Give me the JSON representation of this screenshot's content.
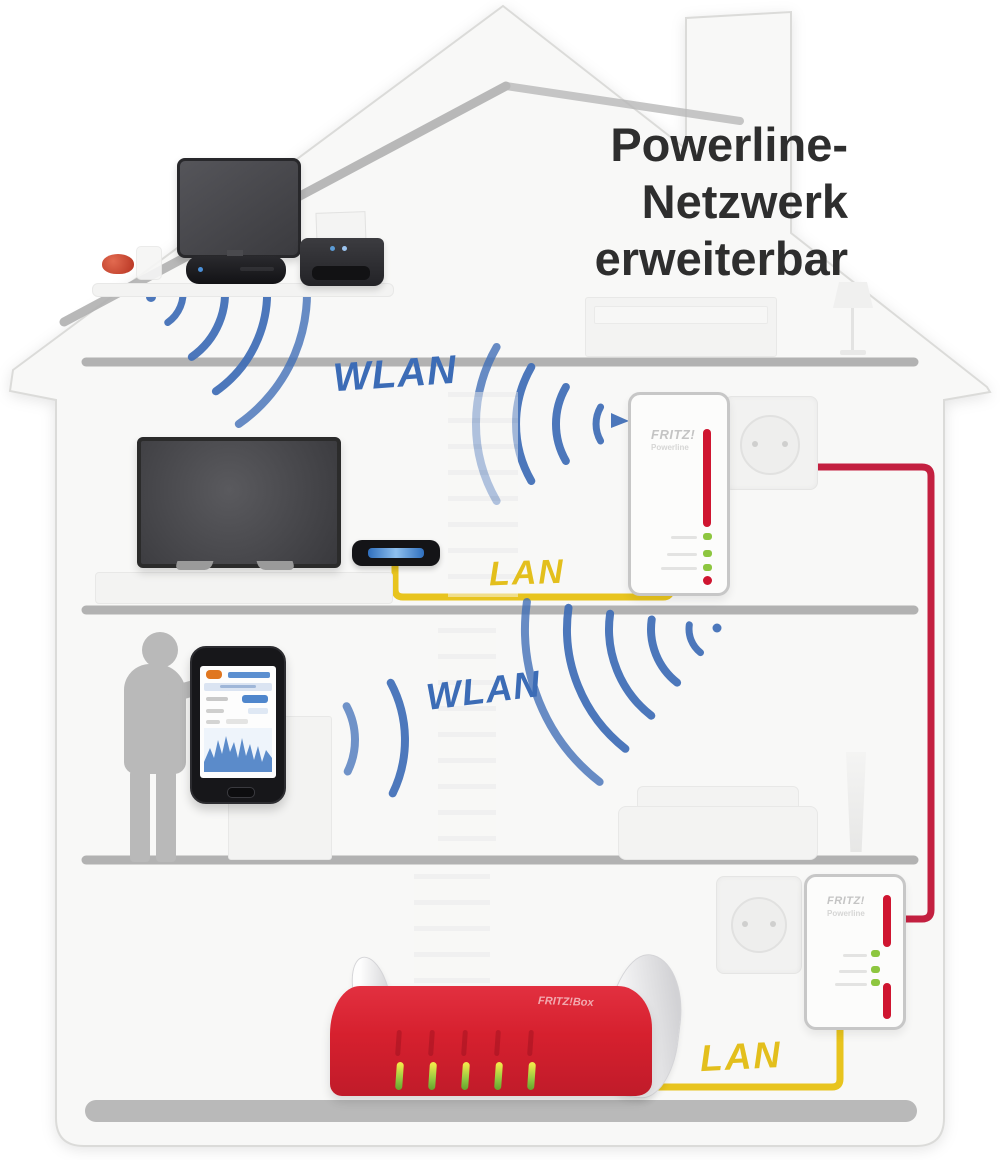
{
  "title": {
    "lines": [
      "Powerline-",
      "Netzwerk",
      "erweiterbar"
    ]
  },
  "network_labels": {
    "wlan_attic": "WLAN",
    "wlan_middle": "WLAN",
    "lan_middle": "LAN",
    "lan_bottom": "LAN"
  },
  "devices": {
    "powerline_adapter_upper": {
      "brand": "FRITZ!",
      "model": "Powerline"
    },
    "powerline_adapter_lower": {
      "brand": "FRITZ!",
      "model": "Powerline"
    },
    "router": {
      "brand": "FRITZ!Box"
    }
  },
  "colors": {
    "wlan_blue": "#3e6db6",
    "lan_yellow": "#e3bf1c",
    "powerline_cable_red": "#c32040",
    "router_red": "#d52231",
    "led_green": "#8dc63f",
    "structure_gray": "#b2b2b2",
    "title_text": "#2e2e2e"
  }
}
